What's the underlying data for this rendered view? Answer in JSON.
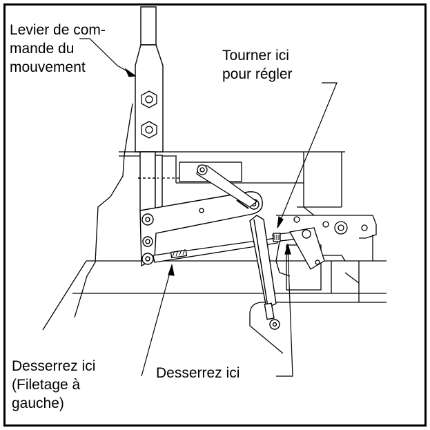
{
  "labels": {
    "lever": "Levier de com-\nmande du\nmouvement",
    "turn_to_adjust": "Tourner ici\npour régler",
    "loosen_left": "Desserrez ici\n(Filetage à\ngauche)",
    "loosen_right": "Desserrez ici"
  },
  "colors": {
    "line": "#000000",
    "background": "#ffffff"
  }
}
